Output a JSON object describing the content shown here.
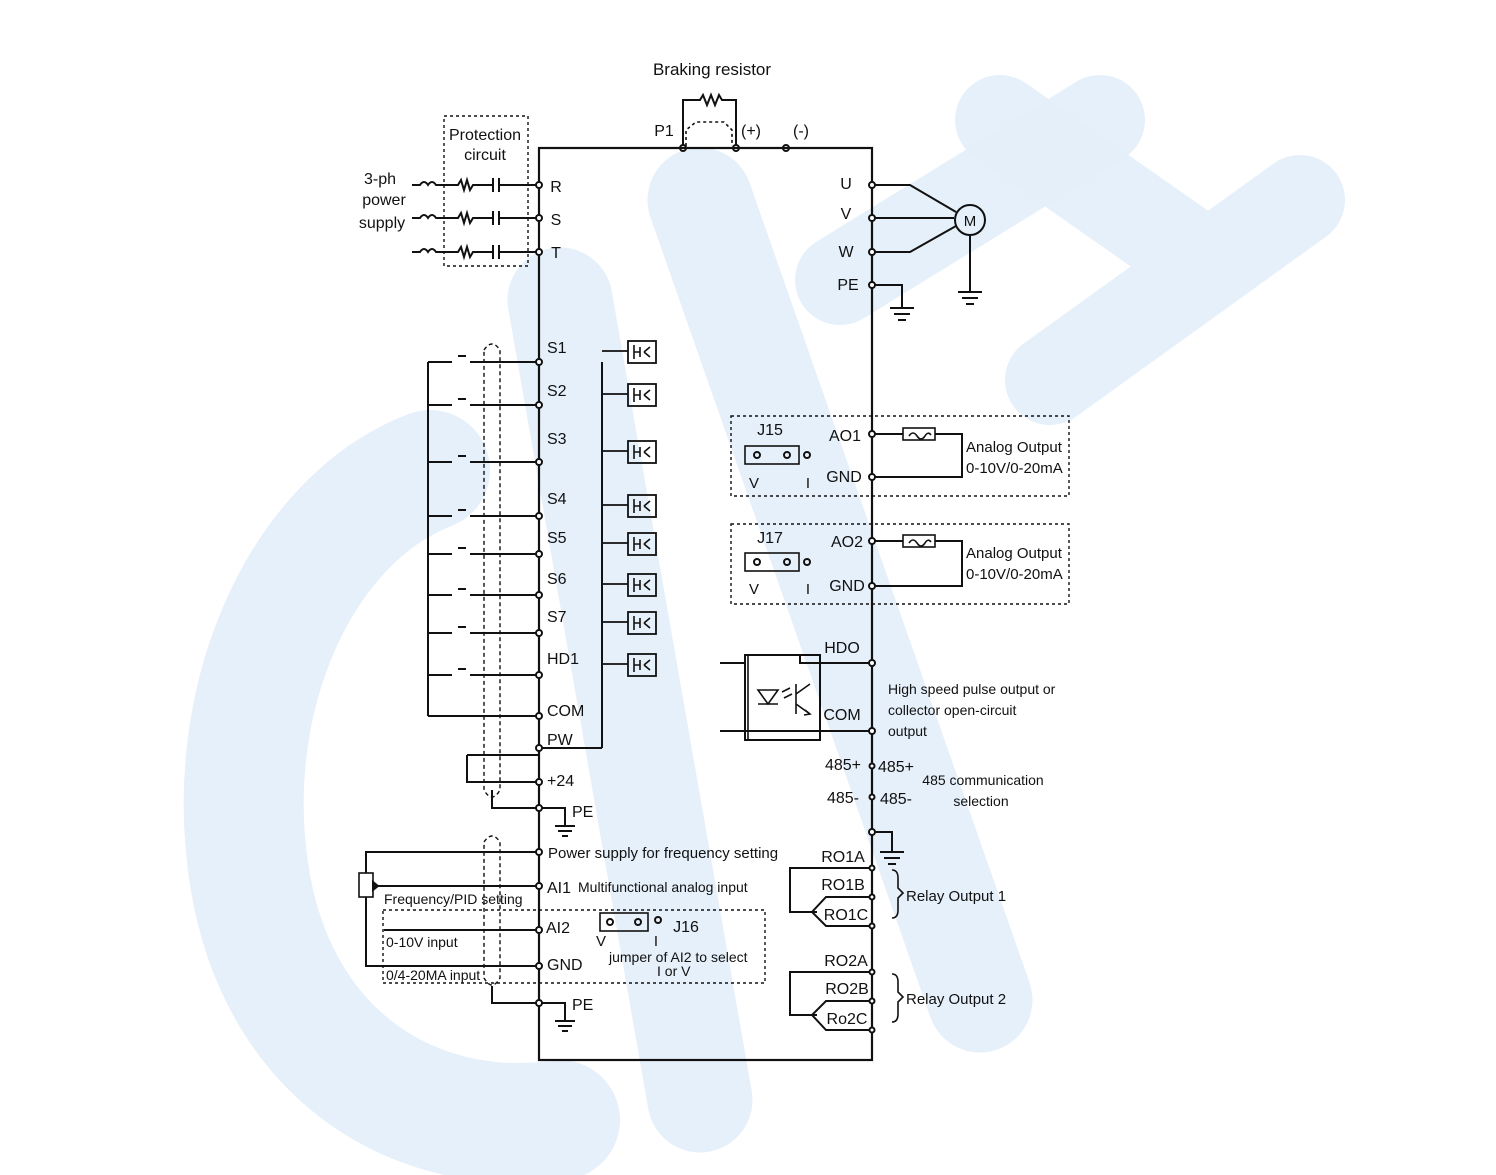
{
  "colors": {
    "watermark": "#e3eef9",
    "line": "#111111",
    "background": "#ffffff"
  },
  "title": {
    "braking_resistor": "Braking resistor"
  },
  "power": {
    "supply_label_lines": [
      "3-ph",
      "power",
      "supply"
    ],
    "protection_label_lines": [
      "Protection",
      "circuit"
    ],
    "terminals": [
      "R",
      "S",
      "T"
    ]
  },
  "dc_bus": {
    "p1": "P1",
    "plus": "(+)",
    "minus": "(-)"
  },
  "motor": {
    "terminals": [
      "U",
      "V",
      "W",
      "PE"
    ],
    "symbol": "M"
  },
  "digital_inputs": {
    "terminals": [
      "S1",
      "S2",
      "S3",
      "S4",
      "S5",
      "S6",
      "S7",
      "HD1"
    ],
    "com": "COM",
    "pw": "PW",
    "p24": "+24",
    "pe": "PE"
  },
  "analog_inputs": {
    "power_supply": "Power supply for frequency setting",
    "ai1": "AI1",
    "ai1_desc": "Multifunctional analog input",
    "freq_pid": "Frequency/PID setting",
    "ai2": "AI2",
    "v_input": "0-10V input",
    "gnd": "GND",
    "ma_input": "0/4-20MA input",
    "pe": "PE",
    "jumper": "J16",
    "jumper_v": "V",
    "jumper_i": "I",
    "jumper_note_lines": [
      "jumper of AI2 to select",
      "I or V"
    ]
  },
  "analog_outputs": [
    {
      "jumper": "J15",
      "terminal": "AO1",
      "gnd": "GND",
      "v": "V",
      "i": "I",
      "desc_lines": [
        "Analog Output",
        "0-10V/0-20mA"
      ]
    },
    {
      "jumper": "J17",
      "terminal": "AO2",
      "gnd": "GND",
      "v": "V",
      "i": "I",
      "desc_lines": [
        "Analog Output",
        "0-10V/0-20mA"
      ]
    }
  ],
  "hdo": {
    "terminal": "HDO",
    "com": "COM",
    "desc_lines": [
      "High speed pulse output or",
      "collector open-circuit",
      "output"
    ]
  },
  "rs485": {
    "plus": "485+",
    "minus": "485-",
    "plus_out": "485+",
    "minus_out": "485-",
    "desc_lines": [
      "485 communication",
      "selection"
    ]
  },
  "relays": [
    {
      "a": "RO1A",
      "b": "RO1B",
      "c": "RO1C",
      "desc": "Relay Output 1"
    },
    {
      "a": "RO2A",
      "b": "RO2B",
      "c": "Ro2C",
      "desc": "Relay Output 2"
    }
  ]
}
